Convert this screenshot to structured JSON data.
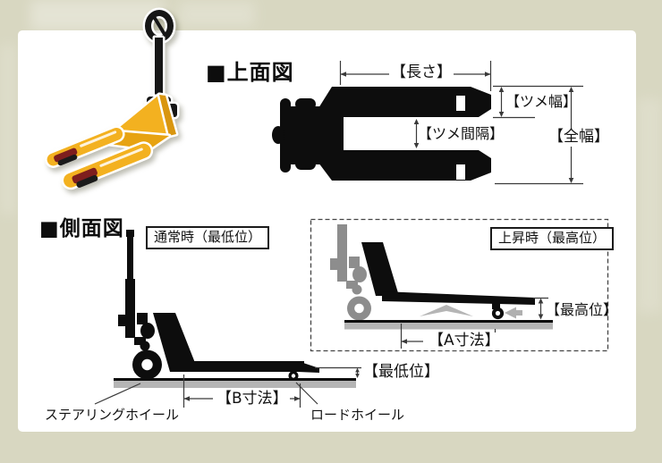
{
  "colors": {
    "background": "#d8d7c1",
    "panel": "#ffffff",
    "diagram_ink": "#111111",
    "raised_silhouette_gray": "#8d8d8d",
    "ground_gray": "#b5b5b5",
    "truck_yellow": "#f3b120",
    "truck_wheel_red": "#7e1e1e"
  },
  "top_view": {
    "header": "■上面図",
    "dim_length": "【長さ】",
    "dim_fork_width": "【ツメ幅】",
    "dim_fork_gap": "【ツメ間隔】",
    "dim_overall_width": "【全幅】"
  },
  "side_view": {
    "header": "■側面図",
    "normal_state_label": "通常時（最低位）",
    "raised_state_label": "上昇時（最高位）",
    "dim_max_height": "【最高位】",
    "dim_a": "【A寸法】",
    "dim_min_height": "【最低位】",
    "dim_b": "【B寸法】",
    "caption_steering_wheel": "ステアリングホイール",
    "caption_load_wheel": "ロードホイール"
  }
}
